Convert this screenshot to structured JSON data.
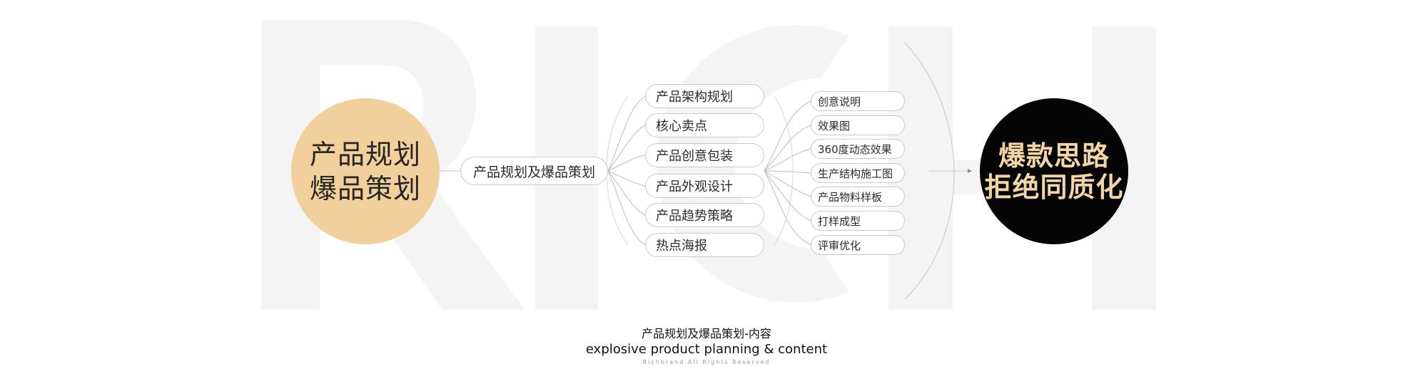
{
  "background_watermark": "RICH",
  "left_circle": {
    "line1": "产品规划",
    "line2": "爆品策划",
    "color": "#f1d09c"
  },
  "center_node": "产品规划及爆品策划",
  "branches": [
    "产品架构规划",
    "核心卖点",
    "产品创意包装",
    "产品外观设计",
    "产品趋势策略",
    "热点海报"
  ],
  "sub_items": [
    "创意说明",
    "效果图",
    "360度动态效果",
    "生产结构施工图",
    "产品物料样板",
    "打样成型",
    "评审优化"
  ],
  "right_circle": {
    "line1": "爆款思路",
    "line2": "拒绝同质化",
    "color": "#050505",
    "text_color": "#f2d6a6"
  },
  "caption": {
    "title_zh": "产品规划及爆品策划-内容",
    "title_en": "explosive product planning & content",
    "rights": "Richbrand All Rights Reserved"
  }
}
